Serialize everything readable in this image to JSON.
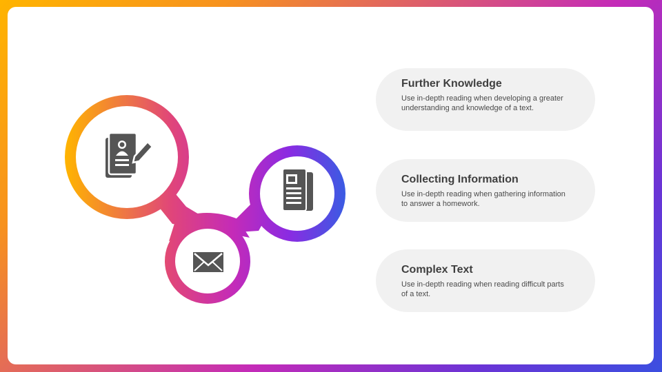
{
  "cards": [
    {
      "title": "Further Knowledge",
      "description": "Use in-depth reading when developing a greater understanding and knowledge of a text."
    },
    {
      "title": "Collecting Information",
      "description": "Use in-depth reading when gathering information to answer a homework."
    },
    {
      "title": "Complex Text",
      "description": "Use in-depth reading when reading difficult parts of a text."
    }
  ],
  "icons": [
    "resume-edit-icon",
    "newspaper-icon",
    "envelope-icon"
  ],
  "colors": {
    "gradient_orange": "#ffb400",
    "gradient_magenta": "#c42bb8",
    "gradient_purple": "#8a2be2",
    "gradient_blue": "#3b5be3",
    "card_background": "#f1f1f1",
    "icon_gray": "#555555"
  }
}
